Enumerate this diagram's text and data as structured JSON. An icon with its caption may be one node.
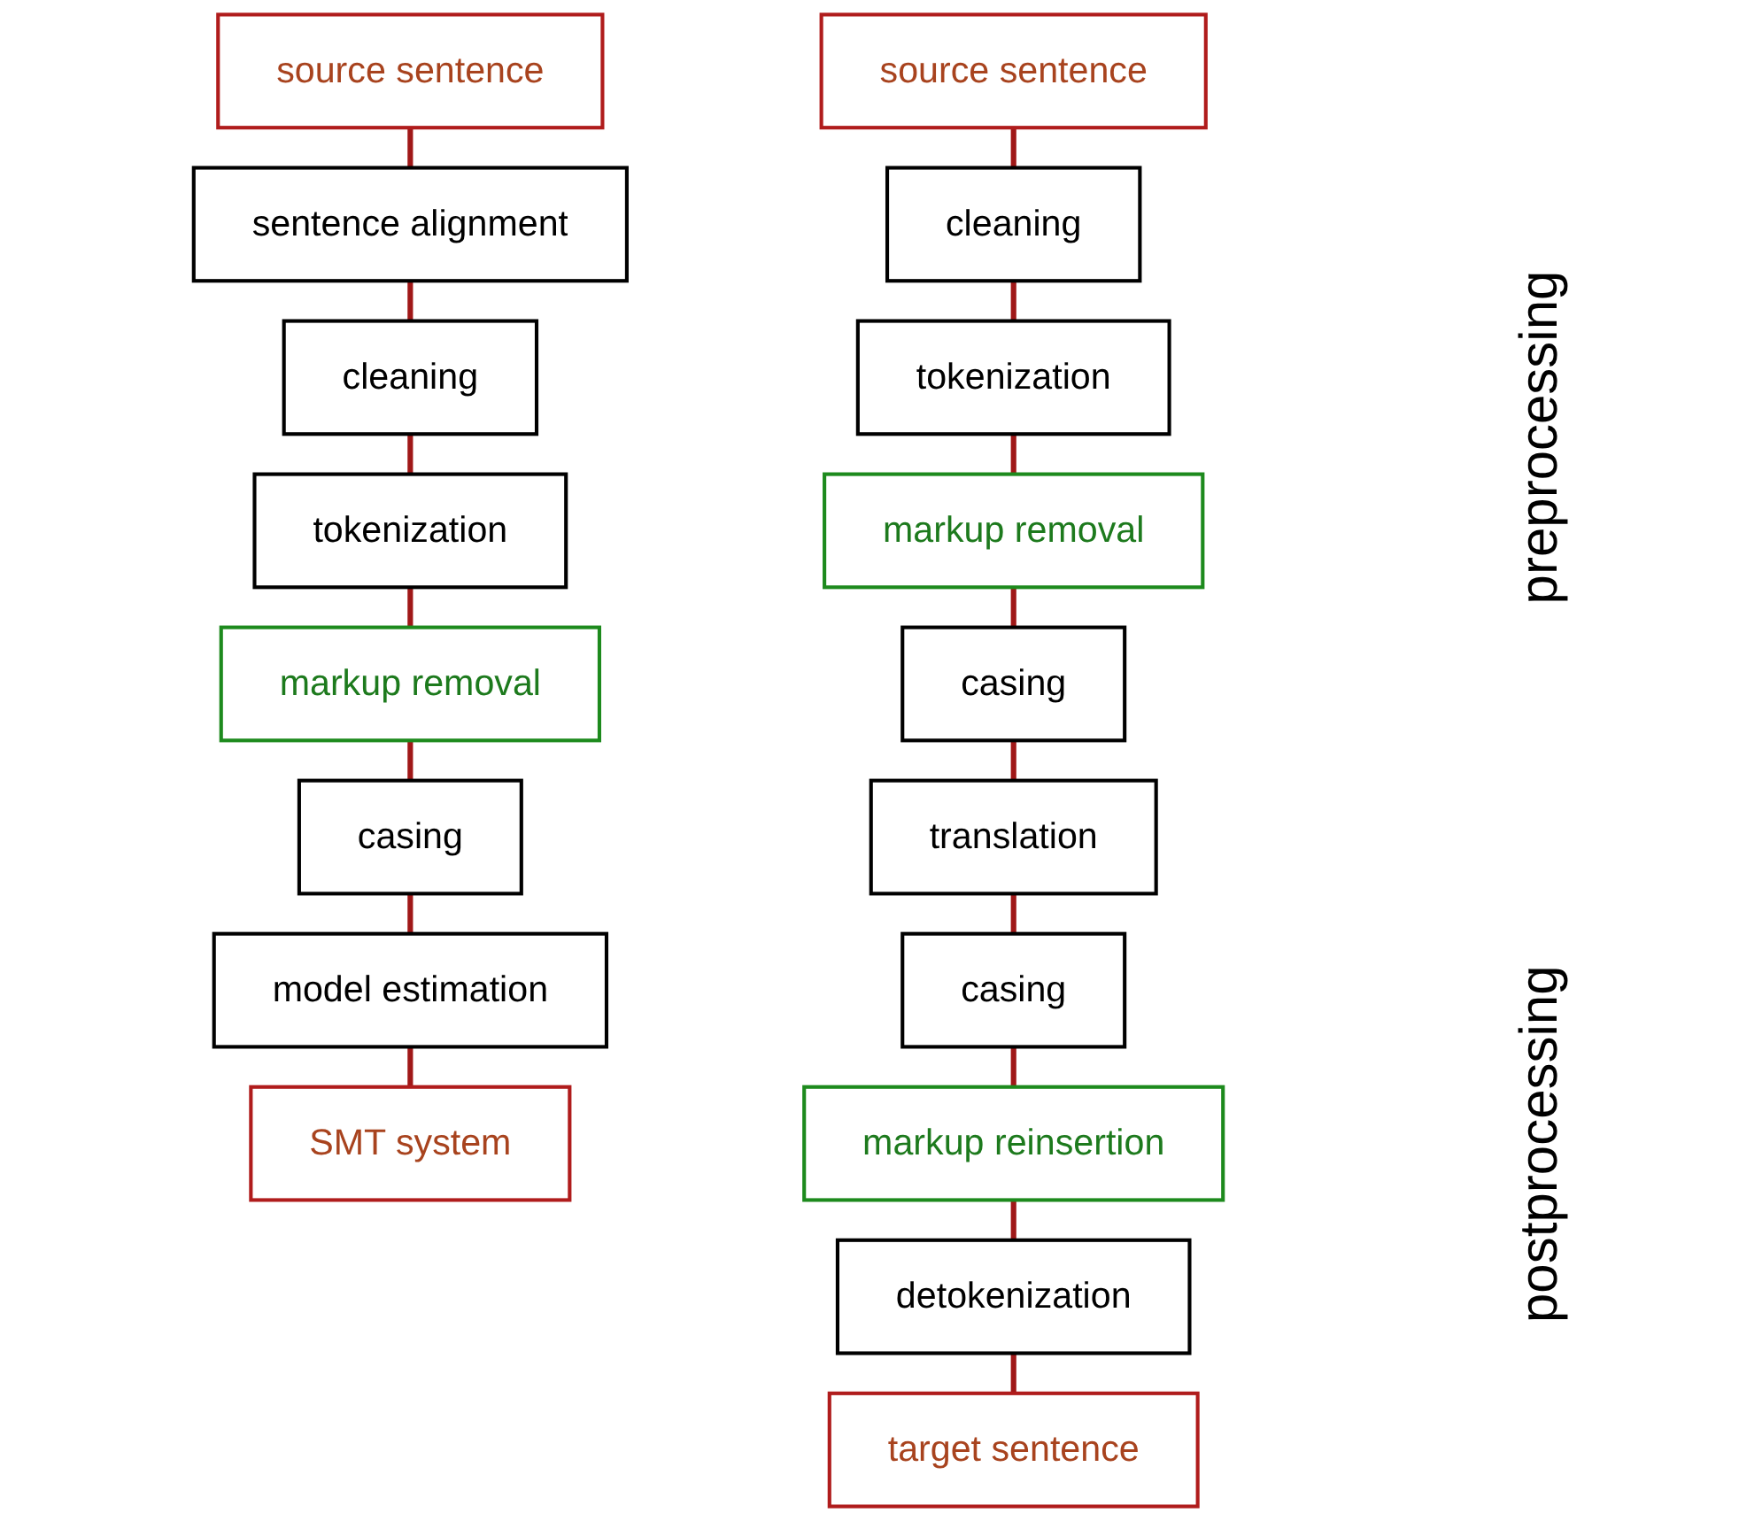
{
  "diagram": {
    "nodes": [
      {
        "text": [
          "source sentence"
        ]
      },
      {
        "text": [
          "sentence alignment"
        ]
      },
      {
        "text": [
          "cleaning"
        ]
      },
      {
        "text": [
          "tokenization"
        ]
      },
      {
        "text": [
          "markup removal"
        ]
      },
      {
        "text": [
          "casing"
        ]
      },
      {
        "text": [
          "model estimation"
        ]
      },
      {
        "text": [
          "SMT system"
        ]
      },
      {
        "text": [
          "source sentence"
        ]
      },
      {
        "text": [
          "cleaning"
        ]
      },
      {
        "text": [
          "tokenization"
        ]
      },
      {
        "text": [
          "markup removal"
        ]
      },
      {
        "text": [
          "casing"
        ]
      },
      {
        "text": [
          "translation"
        ]
      },
      {
        "text": [
          "casing"
        ]
      },
      {
        "text": [
          "markup reinsertion"
        ]
      },
      {
        "text": [
          "detokenization"
        ]
      },
      {
        "text": [
          "target sentence"
        ]
      }
    ],
    "edges": [
      {
        "from": 0,
        "to": 1,
        "arrow": "none"
      },
      {
        "from": 1,
        "to": 2,
        "arrow": "none"
      },
      {
        "from": 2,
        "to": 3,
        "arrow": "none"
      },
      {
        "from": 3,
        "to": 4,
        "arrow": "none"
      },
      {
        "from": 4,
        "to": 5,
        "arrow": "none"
      },
      {
        "from": 5,
        "to": 6,
        "arrow": "none"
      },
      {
        "from": 6,
        "to": 7,
        "arrow": "none"
      },
      {
        "from": 8,
        "to": 9,
        "arrow": "none"
      },
      {
        "from": 9,
        "to": 10,
        "arrow": "none"
      },
      {
        "from": 10,
        "to": 11,
        "arrow": "none"
      },
      {
        "from": 11,
        "to": 12,
        "arrow": "none"
      },
      {
        "from": 12,
        "to": 13,
        "arrow": "none"
      },
      {
        "from": 13,
        "to": 14,
        "arrow": "none"
      },
      {
        "from": 14,
        "to": 15,
        "arrow": "none"
      },
      {
        "from": 15,
        "to": 16,
        "arrow": "none"
      },
      {
        "from": 16,
        "to": 17,
        "arrow": "none"
      }
    ],
    "labels": [
      "preprocessing",
      "postprocessing"
    ]
  }
}
